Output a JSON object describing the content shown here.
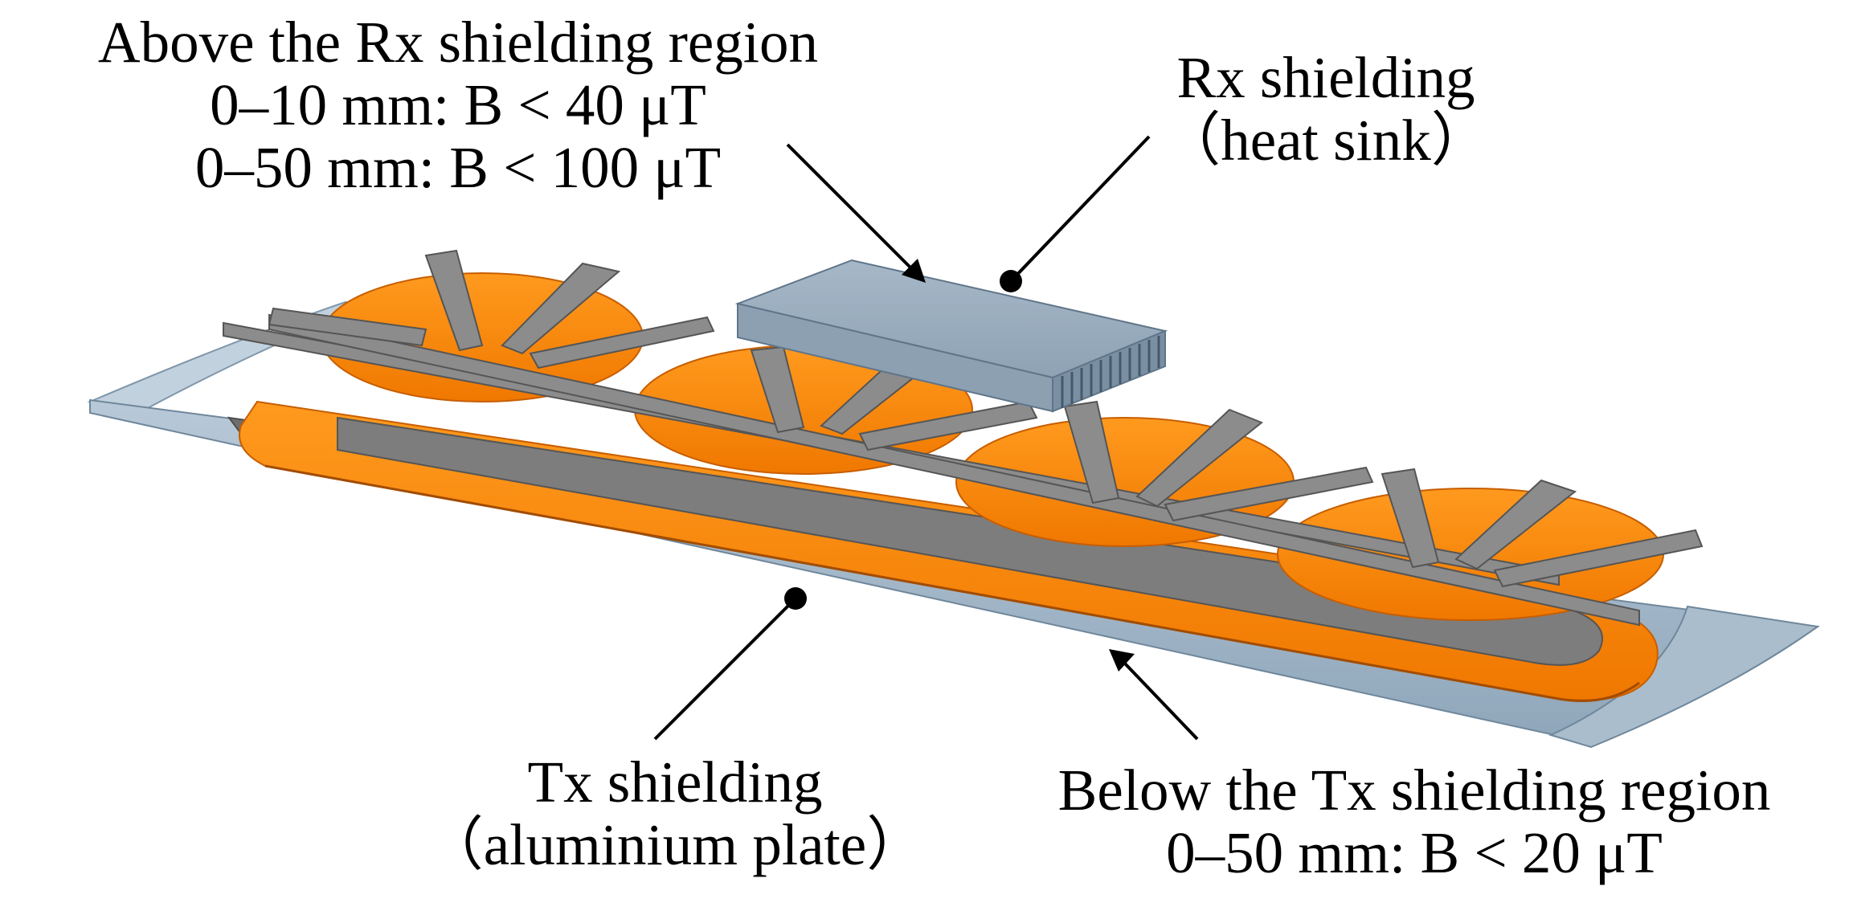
{
  "annotations": {
    "above_rx": {
      "lines": [
        "Above the Rx shielding region",
        "0–10 mm: B < 40 μT",
        "0–50 mm: B < 100 μT"
      ]
    },
    "rx_shielding": {
      "lines": [
        "Rx shielding",
        "（heat sink）"
      ]
    },
    "tx_shielding": {
      "lines": [
        "Tx shielding",
        "（aluminium plate）"
      ]
    },
    "below_tx": {
      "lines": [
        "Below the Tx shielding region",
        "0–50 mm: B < 20 μT"
      ]
    }
  },
  "colors": {
    "coil_orange": "#ff8c0a",
    "coil_orange_dark": "#e06a00",
    "ferrite_gray": "#8c8c8c",
    "ferrite_gray_dark": "#6a6a6a",
    "plate_blue": "#a9bccc",
    "plate_blue_dark": "#7f97ab",
    "heatsink_blue": "#9fb1c2",
    "inner_gray": "#7a7a7a",
    "text": "#000000",
    "background": "#ffffff"
  },
  "icons": {
    "pointer_dot": "filled-circle",
    "pointer_arrow": "arrowhead"
  }
}
